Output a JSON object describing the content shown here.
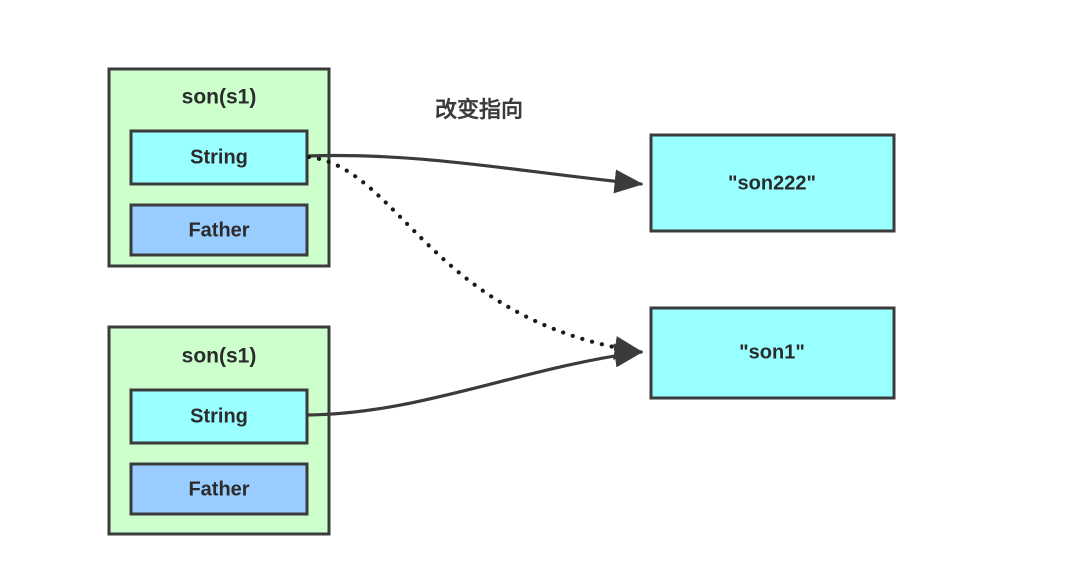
{
  "diagram": {
    "title_annotation": "改变指向",
    "palette": {
      "object_fill": "#ccffcc",
      "string_fill": "#99ffff",
      "father_fill": "#99ccff",
      "value_fill": "#99ffff",
      "stroke": "#3b3b3b",
      "text": "#2b2b2b",
      "background": "#ffffff"
    },
    "objects": [
      {
        "id": "son-object-top",
        "title": "son(s1)",
        "fields": [
          {
            "id": "string-field-top",
            "label": "String",
            "type": "string"
          },
          {
            "id": "father-field-top",
            "label": "Father",
            "type": "father"
          }
        ]
      },
      {
        "id": "son-object-bottom",
        "title": "son(s1)",
        "fields": [
          {
            "id": "string-field-bottom",
            "label": "String",
            "type": "string"
          },
          {
            "id": "father-field-bottom",
            "label": "Father",
            "type": "father"
          }
        ]
      }
    ],
    "values": [
      {
        "id": "value-son222",
        "label": "\"son222\""
      },
      {
        "id": "value-son1",
        "label": "\"son1\""
      }
    ],
    "edges": [
      {
        "id": "edge-new-reference",
        "style": "solid",
        "from": "string-field-top",
        "to": "value-son222"
      },
      {
        "id": "edge-old-reference",
        "style": "dotted",
        "from": "string-field-top",
        "to": "value-son1"
      },
      {
        "id": "edge-original-reference",
        "style": "solid",
        "from": "string-field-bottom",
        "to": "value-son1"
      }
    ]
  }
}
